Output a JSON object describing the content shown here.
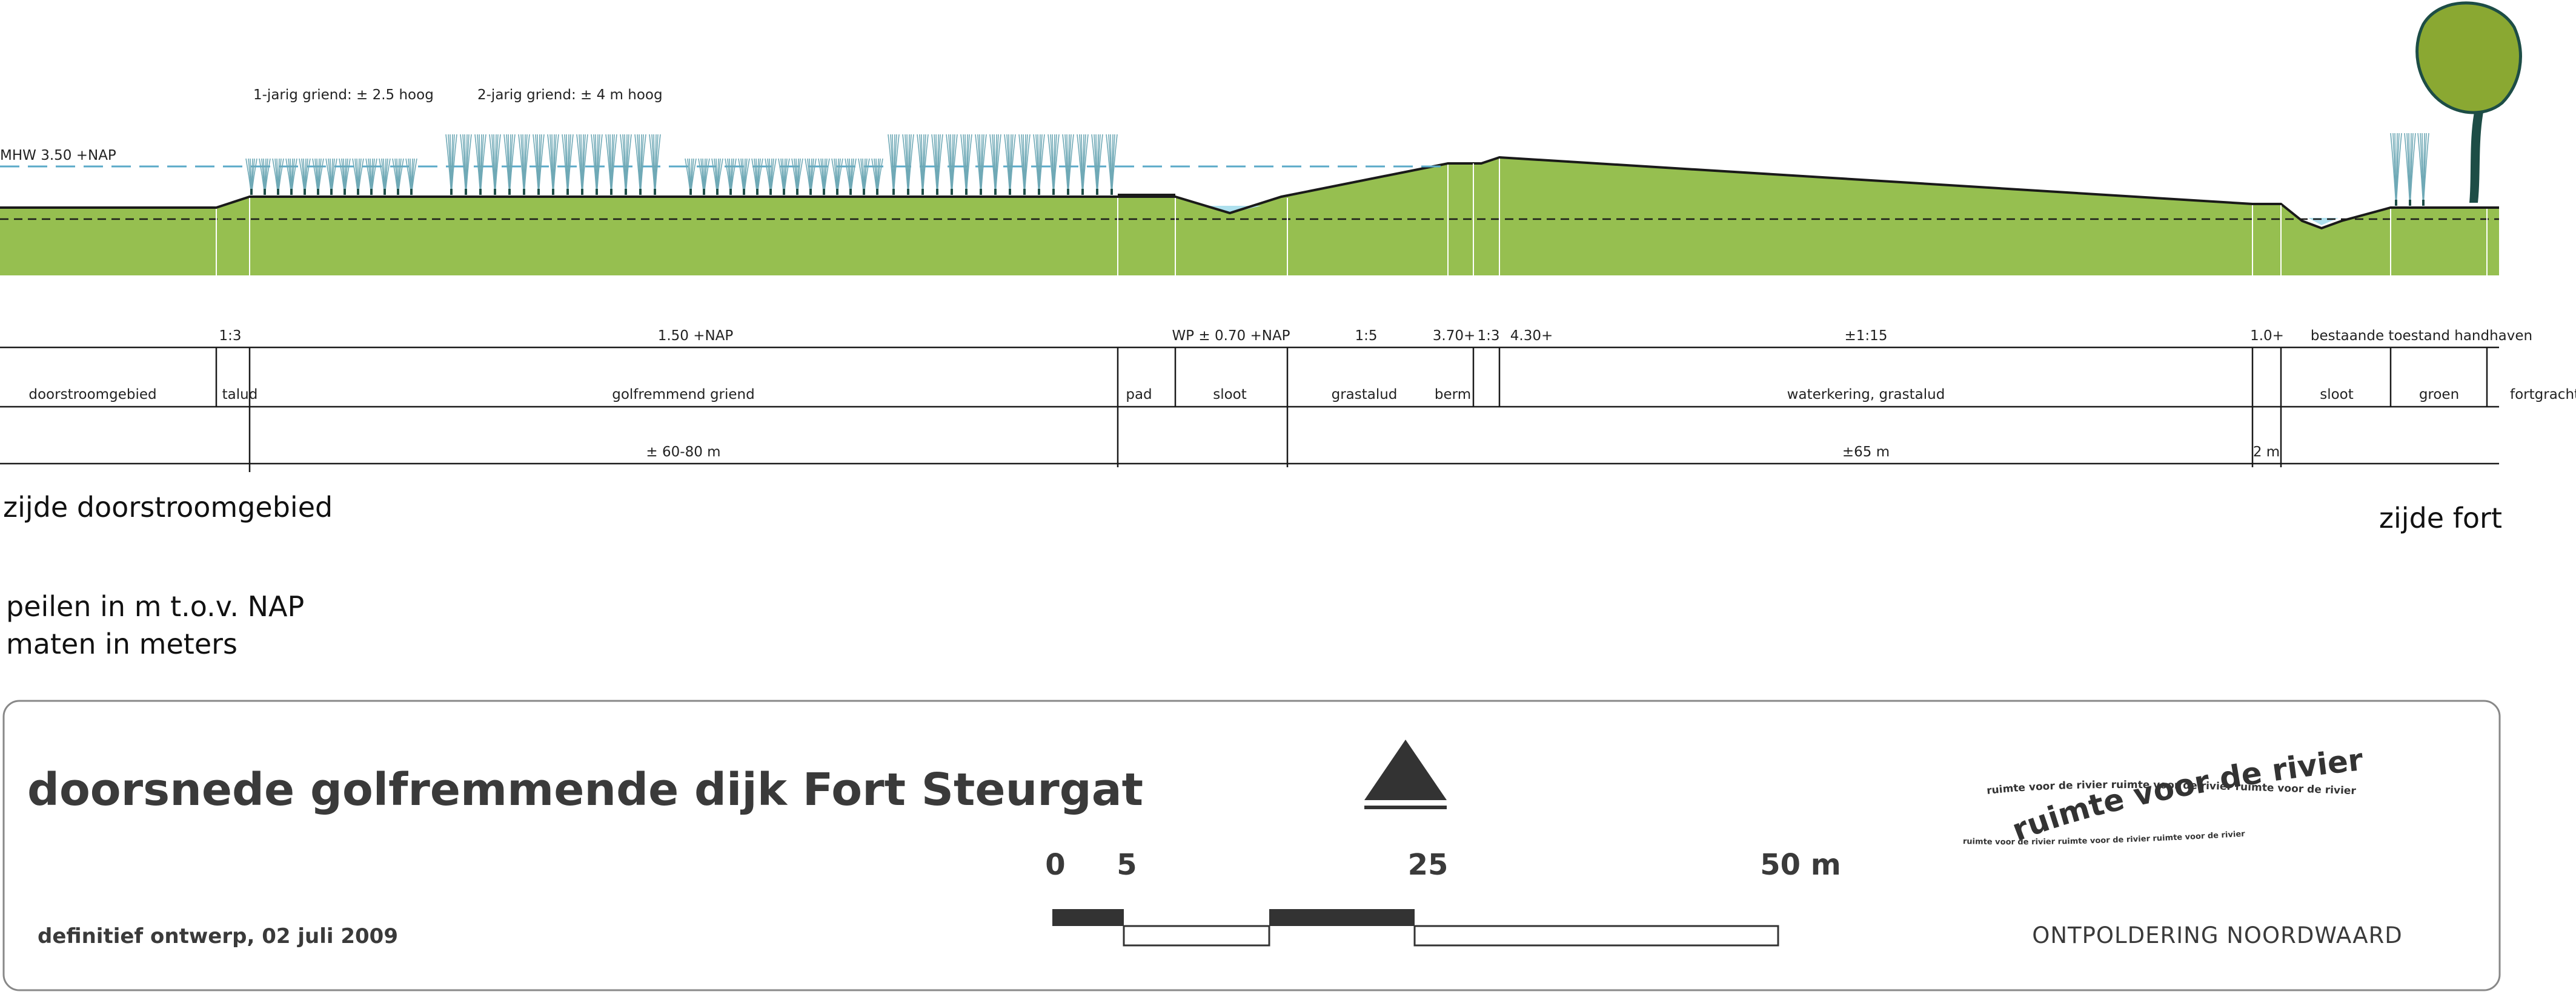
{
  "cross_section": {
    "heights": {
      "griend_1": "1-jarig griend: ± 2.5 hoog",
      "griend_2": "2-jarig griend: ± 4 m hoog",
      "mhw": "MHW 3.50 +NAP"
    },
    "row1": {
      "talud_slope": "1:3",
      "griend_level": "1.50 +NAP",
      "wp": "WP ± 0.70 +NAP",
      "grastalud_slope": "1:5",
      "berm_level": "3.70+",
      "berm_slope": "1:3",
      "crest": "4.30+",
      "waterkering_slope": "±1:15",
      "fort_level": "1.0+",
      "bestaande": "bestaande toestand handhaven"
    },
    "row2": {
      "doorstroomgebied": "doorstroomgebied",
      "talud": "talud",
      "griend": "golfremmend griend",
      "pad": "pad",
      "sloot1": "sloot",
      "grastalud": "grastalud",
      "berm": "berm",
      "waterkering": "waterkering, grastalud",
      "sloot2": "sloot",
      "groen": "groen",
      "fortgracht": "fortgracht"
    },
    "row3": {
      "width_left": "± 60-80 m",
      "width_right": "±65 m",
      "width_small": "2 m"
    },
    "side_left": "zijde doorstroomgebied",
    "side_right": "zijde fort",
    "note1": "peilen in m t.o.v. NAP",
    "note2": "maten in meters"
  },
  "title_block": {
    "title": "doorsnede golfremmende dijk Fort Steurgat",
    "subtitle": "definitief ontwerp, 02 juli 2009",
    "scale_labels": {
      "s0": "0",
      "s5": "5",
      "s25": "25",
      "s50": "50 m"
    },
    "logo_text": "ruimte voor de rivier",
    "logo_small": "ruimte voor de rivier ruimte voor de rivier ruimte voor de rivier",
    "project": "ONTPOLDERING NOORDWAARD",
    "north_icon": "north-arrow-icon"
  },
  "colors": {
    "ground": "#96bf50",
    "water": "#aee0ee",
    "mhw_line": "#5aaac8",
    "tree_canopy": "#8aa832",
    "willow": "#6fa9b6"
  }
}
